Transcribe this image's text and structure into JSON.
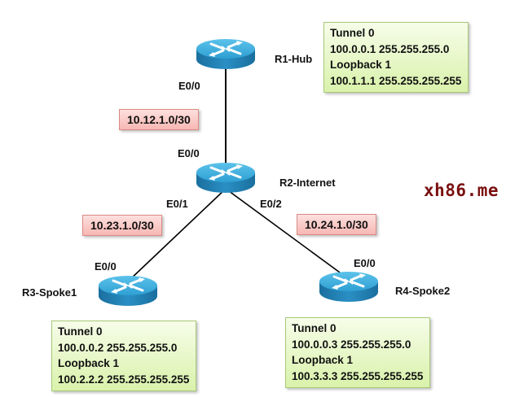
{
  "diagram": {
    "type": "network-topology",
    "watermark": "xh86.me",
    "colors": {
      "router_top": "#3fa9d8",
      "router_side": "#1f7fb0",
      "link": "#000000",
      "subnet_fill": "#f9c7c3",
      "info_fill": "#e4f6c2",
      "watermark": "#7a1010"
    },
    "routers": [
      {
        "id": "r1",
        "name": "R1-Hub",
        "icon": "router-icon"
      },
      {
        "id": "r2",
        "name": "R2-Internet",
        "icon": "router-icon"
      },
      {
        "id": "r3",
        "name": "R3-Spoke1",
        "icon": "router-icon"
      },
      {
        "id": "r4",
        "name": "R4-Spoke2",
        "icon": "router-icon"
      }
    ],
    "links": [
      {
        "from": "r1",
        "to": "r2",
        "subnet": "10.12.1.0/30",
        "from_if": "E0/0",
        "to_if": "E0/0"
      },
      {
        "from": "r2",
        "to": "r3",
        "subnet": "10.23.1.0/30",
        "from_if": "E0/1",
        "to_if": "E0/0"
      },
      {
        "from": "r2",
        "to": "r4",
        "subnet": "10.24.1.0/30",
        "from_if": "E0/2",
        "to_if": "E0/0"
      }
    ],
    "info_boxes": {
      "r1": [
        "Tunnel 0",
        "100.0.0.1 255.255.255.0",
        "Loopback 1",
        "100.1.1.1 255.255.255.255"
      ],
      "r3": [
        "Tunnel 0",
        "100.0.0.2 255.255.255.0",
        "Loopback 1",
        "100.2.2.2 255.255.255.255"
      ],
      "r4": [
        "Tunnel 0",
        "100.0.0.3 255.255.255.0",
        "Loopback 1",
        "100.3.3.3 255.255.255.255"
      ]
    }
  }
}
